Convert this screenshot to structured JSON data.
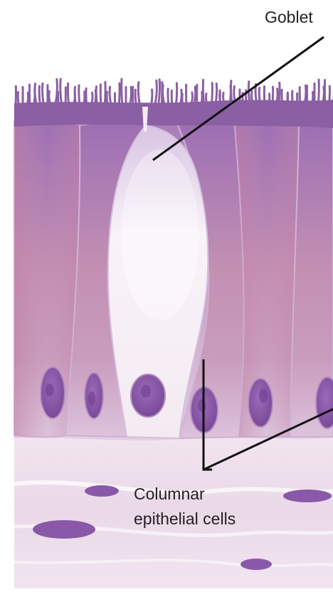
{
  "labels": {
    "goblet": "Goblet",
    "columnar_line1": "Columnar",
    "columnar_line2": "epithelial cells"
  },
  "colors": {
    "cilia": "#8b5fa3",
    "cell_body": "#b58ec1",
    "cell_edge": "#cfb2d6",
    "goblet_fill": "#f3ecf3",
    "nucleus": "#8a58a8",
    "connective": "#ecdbea",
    "pointer": "#111111"
  }
}
